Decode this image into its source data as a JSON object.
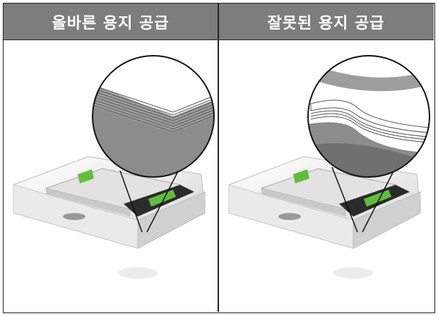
{
  "panels": [
    {
      "title": "올바른 용지 공급",
      "state": "correct"
    },
    {
      "title": "잘못된 용지 공급",
      "state": "incorrect"
    }
  ],
  "colors": {
    "header_bg": "#7d7d7d",
    "border": "#222222",
    "guide_green": "#5fbf3a",
    "tray_white": "#f4f4f4"
  }
}
